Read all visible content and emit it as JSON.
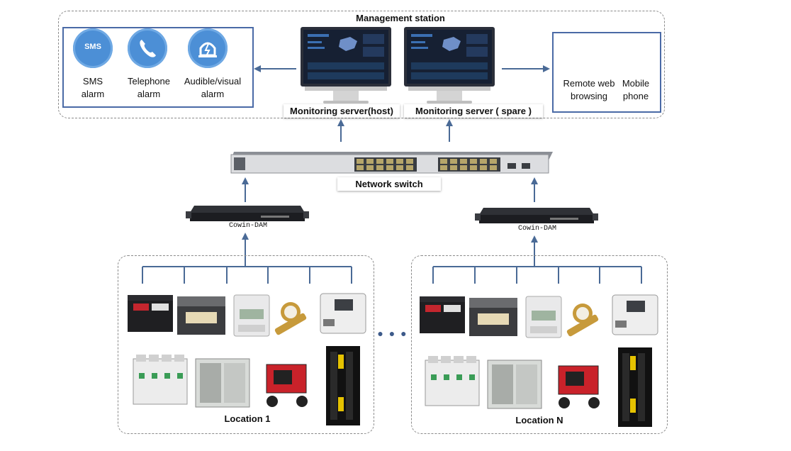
{
  "management": {
    "title": "Management station",
    "alarms": [
      {
        "id": "sms",
        "icon_text": "SMS",
        "line1": "SMS",
        "line2": "alarm",
        "icon": "sms-icon"
      },
      {
        "id": "telephone",
        "line1": "Telephone",
        "line2": "alarm",
        "icon": "phone-icon"
      },
      {
        "id": "audible",
        "line1": "Audible/visual",
        "line2": "alarm",
        "icon": "alarm-light-icon"
      }
    ],
    "servers": {
      "host": "Monitoring server(host)",
      "spare": "Monitoring server ( spare )"
    },
    "clients": [
      {
        "id": "web",
        "line1": "Remote web",
        "line2": "browsing",
        "icon": "monitor-icon"
      },
      {
        "id": "mobile",
        "line1": "Mobile",
        "line2": "phone",
        "icon": "mobile-phone-icon"
      }
    ]
  },
  "network_switch": {
    "label": "Network switch"
  },
  "dam_units": [
    {
      "label": "Cowin-DAM"
    },
    {
      "label": "Cowin-DAM"
    }
  ],
  "locations": [
    {
      "label": "Location 1"
    },
    {
      "label": "Location N"
    }
  ],
  "ellipsis": "● ● ●",
  "colors": {
    "connector": "#4a6a96",
    "box_border": "#4a6aa6",
    "icon_fill": "#4c8fd6"
  }
}
